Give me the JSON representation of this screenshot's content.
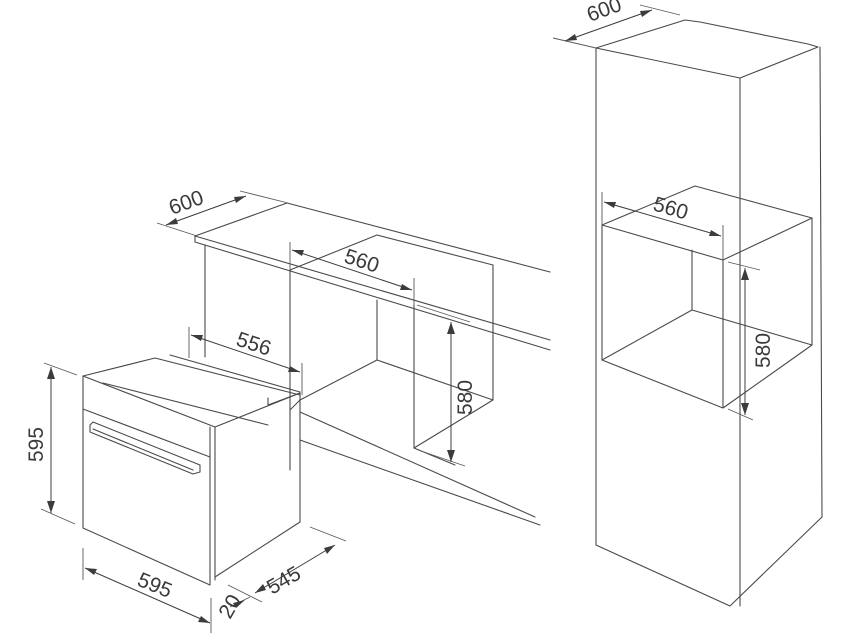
{
  "diagram": {
    "type": "built-in oven installation dimensions",
    "units": "mm",
    "line_color": "#4a4a4a",
    "background": "#ffffff",
    "oven": {
      "height_label": "595",
      "width_label": "595",
      "depth_label": "545",
      "door_thickness_label": "20",
      "rear_width_label": "556"
    },
    "under_counter_install": {
      "counter_depth_label": "600",
      "niche_width_label": "560",
      "niche_height_label": "580"
    },
    "column_install": {
      "cabinet_depth_label": "600",
      "niche_width_label": "560",
      "niche_height_label": "580"
    }
  }
}
